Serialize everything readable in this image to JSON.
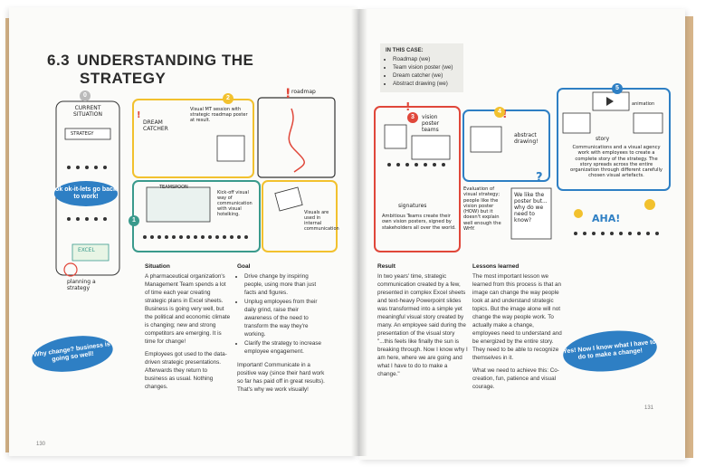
{
  "left_page": {
    "section_number": "6.3",
    "title_line1": "UNDERSTANDING THE",
    "title_line2": "STRATEGY",
    "page_number": "130",
    "sketch": {
      "current_situation": "CURRENT SITUATION",
      "strategy": "STRATEGY",
      "ok_cloud": "ok ok-it-lets go back to work!",
      "excel": "EXCEL",
      "planning": "planning a strategy",
      "dream_catcher": "DREAM CATCHER",
      "roadmap": "roadmap",
      "visual_mt": "Visual MT session with strategic roadmap poster at result.",
      "teamspoon": "TEAMSPOON",
      "kickoff": "Kick-off visual way of communication with visual hotelking.",
      "visuals_used": "Visuals are used in internal communication",
      "why_change_cloud": "Why change? business is going so well!",
      "badge_0": "0",
      "badge_1": "1",
      "badge_2": "2"
    },
    "situation": {
      "heading": "Situation",
      "p1": "A pharmaceutical organization's Management Team spends a lot of time each year creating strategic plans in Excel sheets. Business is going very well, but the political and economic climate is changing; new and strong competitors are emerging. It is time for change!",
      "p2": "Employees got used to the data-driven strategic presentations. Afterwards they return to business as usual. Nothing changes."
    },
    "goal": {
      "heading": "Goal",
      "items": [
        "Drive change by inspiring people, using more than just facts and figures.",
        "Unplug employees from their daily grind, raise their awareness of the need to transform the way they're working.",
        "Clarify the strategy to increase employee engagement."
      ],
      "p": "Important! Communicate in a positive way (since their hard work so far has paid off in great results). That's why we work visually!"
    }
  },
  "right_page": {
    "page_number": "131",
    "case": {
      "heading": "IN THIS CASE:",
      "items": [
        "Roadmap (we)",
        "Team vision poster (we)",
        "Dream catcher (we)",
        "Abstract drawing (we)"
      ]
    },
    "sketch": {
      "vision_poster": "vision poster teams",
      "signatures": "signatures",
      "ambitious": "Ambitious Teams create their own vision posters, signed by stakeholders all over the world.",
      "abstract_drawing": "abstract drawing!",
      "evaluation": "Evaluation of visual strategy; people like the vision poster (HOW) but it doesn't explain well enough the WHY.",
      "we_like": "We like the poster but... why do we need to know?",
      "story": "story",
      "animation": "animation",
      "communications": "Communications and a visual agency work with employees to create a complete story of the strategy. The story spreads across the entire organization through different carefully chosen visual artefacts.",
      "aha": "AHA!",
      "yes_cloud": "Yes! Now I know what I have to do to make a change!",
      "badge_3": "3",
      "badge_4": "4",
      "badge_5": "5"
    },
    "result": {
      "heading": "Result",
      "p": "In two years' time, strategic communication created by a few, presented in complex Excel sheets and text-heavy Powerpoint slides was transformed into a simple yet meaningful visual story created by many. An employee said during the presentation of the visual story \"...this feels like finally the sun is breaking through. Now I know why I am here, where we are going and what I have to do to make a change.\""
    },
    "lessons": {
      "heading": "Lessons learned",
      "p1": "The most important lesson we learned from this process is that an image can change the way people look at and understand strategic topics. But the image alone will not change the way people work. To actually make a change, employees need to understand and be energized by the entire story. They need to be able to recognize themselves in it.",
      "p2": "What we need to achieve this: Co-creation, fun, patience and visual courage."
    }
  },
  "colors": {
    "yellow": "#f2c12e",
    "blue": "#2e7fc4",
    "teal": "#3a9a8c",
    "red": "#e0473a",
    "cardboard": "#d7b58a"
  }
}
